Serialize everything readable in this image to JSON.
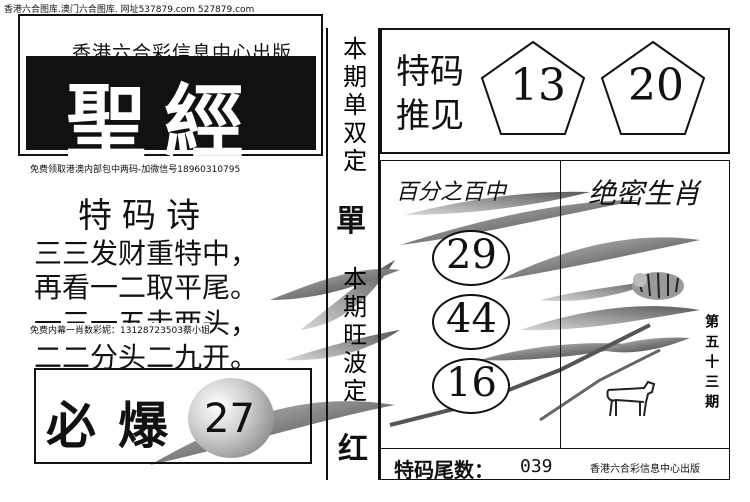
{
  "header": {
    "url_line": "香港六合图库.澳门六合图库. 网址537879.com 527879.com",
    "publisher_top": "香港六合彩信息中心出版",
    "title": "聖經",
    "contact_line": "免费领取港澳内部包中两码-加微信号18960310795"
  },
  "poem": {
    "title": "特码诗",
    "lines": [
      "三三发财重特中，",
      "再看一二取平尾。",
      "一三一五走两头，",
      "二二分头二九开。"
    ],
    "ad_line": "免费内幕一肖数彩妮：13128723503蔡小姐"
  },
  "must_win": {
    "label": "必爆",
    "number": "27"
  },
  "middle": {
    "top_text": "本期单双定",
    "parity": "單",
    "bottom_text": "本期旺波定",
    "wave": "红"
  },
  "tema_tuijian": {
    "label_line1": "特码",
    "label_line2": "推见",
    "numbers": [
      "13",
      "20"
    ]
  },
  "calligraphy_left": "百分之百中",
  "calligraphy_right": "绝密生肖",
  "circled_numbers": [
    "29",
    "44",
    "16"
  ],
  "issue": "第五十三期",
  "tail": {
    "label": "特码尾数：",
    "value": "039"
  },
  "publisher_bottom": "香港六合彩信息中心出版",
  "icons": [
    "bamboo-branch-illustration",
    "tiger-icon",
    "ox-icon",
    "pentagon-badge",
    "sphere-badge"
  ],
  "colors": {
    "ink": "#111111",
    "paper": "#ffffff",
    "gray": "#8c8c8c"
  }
}
